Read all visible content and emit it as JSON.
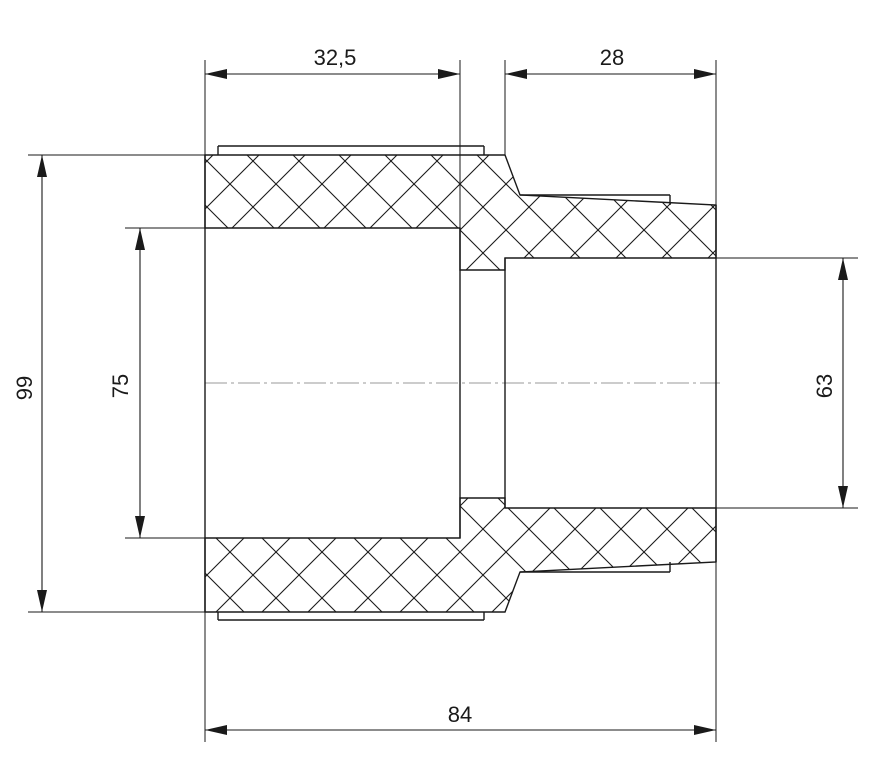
{
  "drawing": {
    "dimensions": {
      "socket_length": "32,5",
      "spigot_length": "28",
      "overall_length": "84",
      "outer_diameter_large": "99",
      "inner_diameter_large": "75",
      "inner_diameter_small": "63"
    },
    "colors": {
      "line": "#1a1a1a",
      "centerline": "#9a9a9a",
      "background": "#ffffff"
    }
  }
}
